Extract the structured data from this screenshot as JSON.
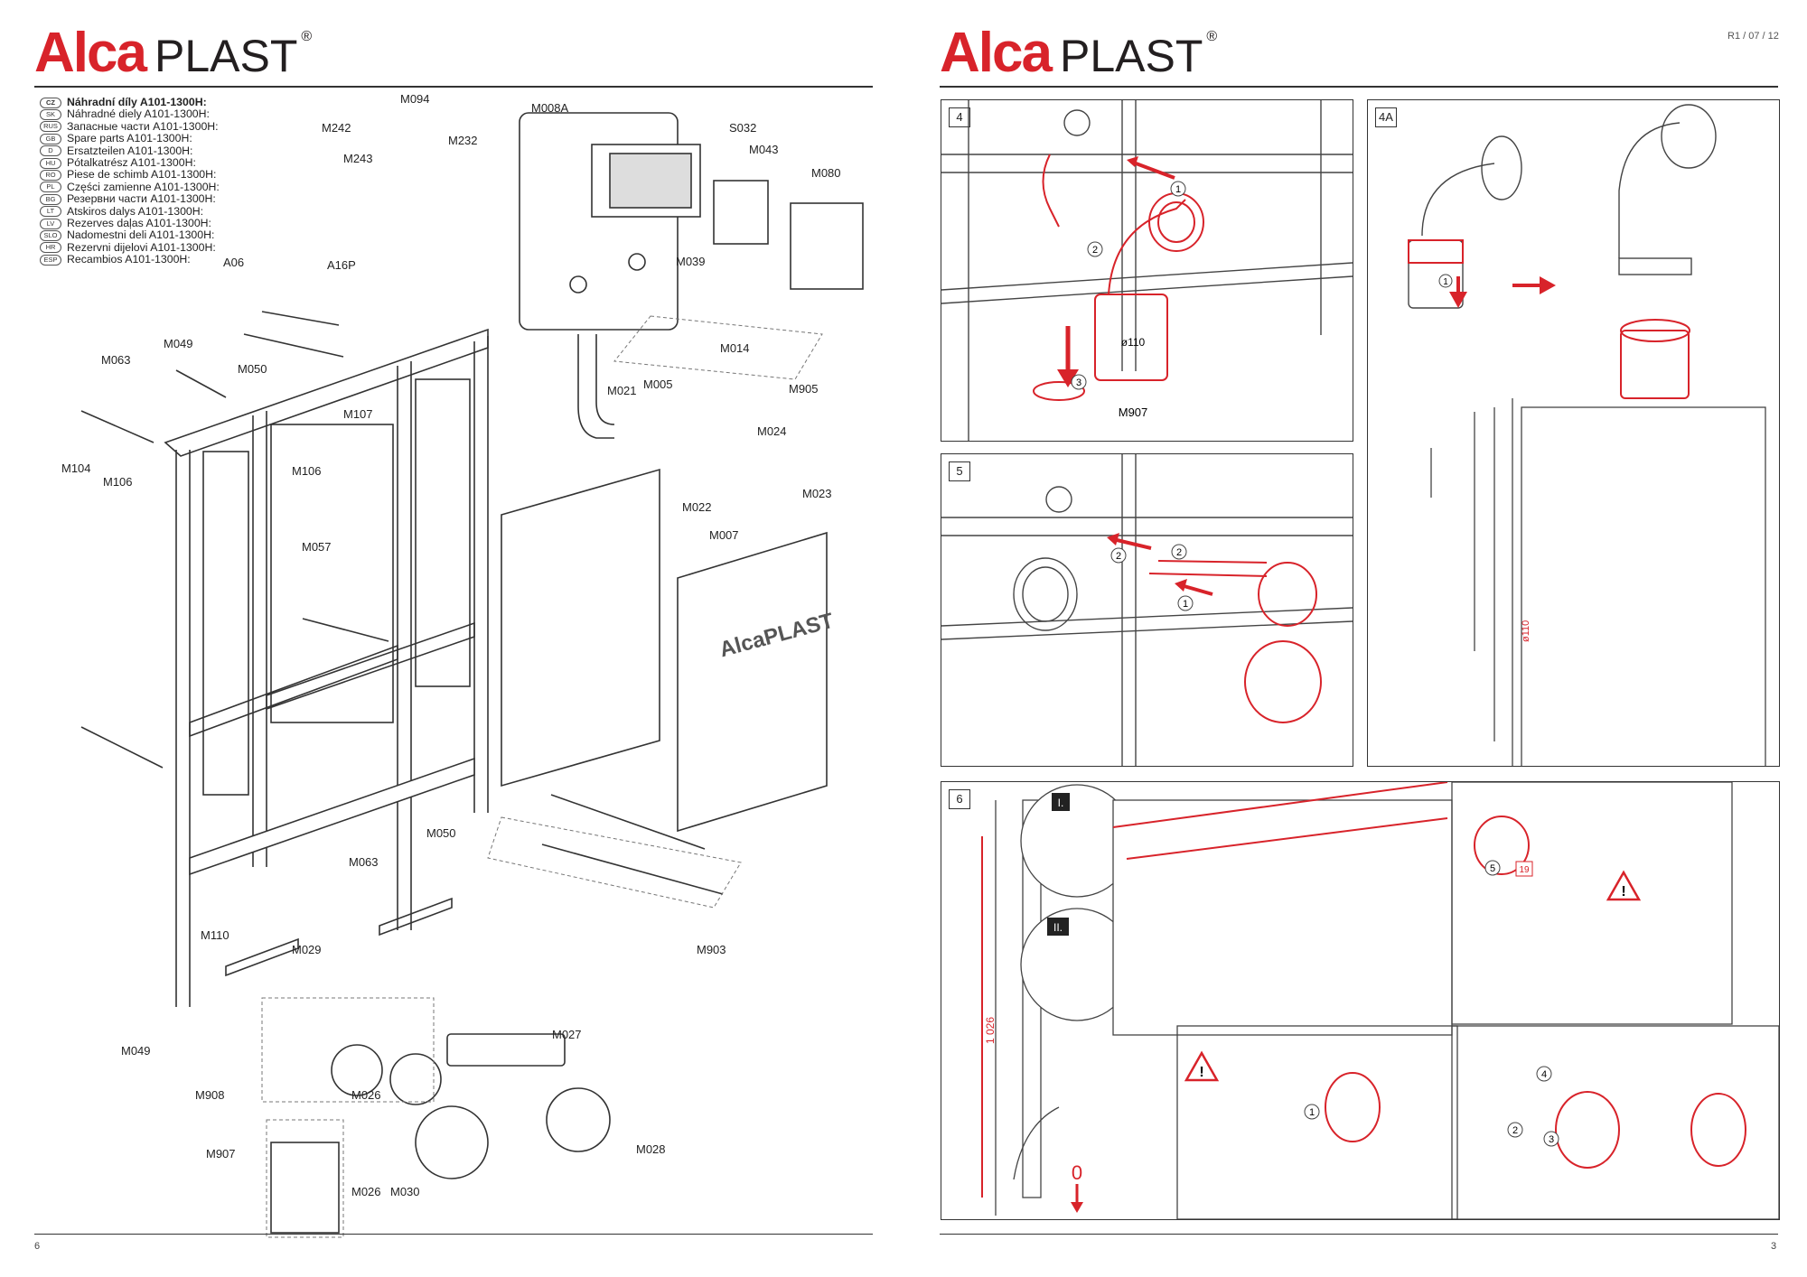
{
  "brand": {
    "alca": "Alca",
    "plast": "PLAST",
    "registered": "®"
  },
  "version": "R1 / 07 / 12",
  "left_page": {
    "page_number": "6",
    "parts_list": [
      {
        "code": "CZ",
        "text": "Náhradní díly A101-1300H:"
      },
      {
        "code": "SK",
        "text": "Náhradné diely A101-1300H:"
      },
      {
        "code": "RUS",
        "text": "Запасные части A101-1300H:"
      },
      {
        "code": "GB",
        "text": "Spare parts A101-1300H:"
      },
      {
        "code": "D",
        "text": "Ersatzteilen A101-1300H:"
      },
      {
        "code": "HU",
        "text": "Pótalkatrész A101-1300H:"
      },
      {
        "code": "RO",
        "text": "Piese de schimb A101-1300H:"
      },
      {
        "code": "PL",
        "text": "Części zamienne A101-1300H:"
      },
      {
        "code": "BG",
        "text": "Резервни части A101-1300H:"
      },
      {
        "code": "LT",
        "text": "Atskiros dalys A101-1300H:"
      },
      {
        "code": "LV",
        "text": "Rezerves daļas A101-1300H:"
      },
      {
        "code": "SLO",
        "text": "Nadomestni deli A101-1300H:"
      },
      {
        "code": "HR",
        "text": "Rezervni dijelovi A101-1300H:"
      },
      {
        "code": "ESP",
        "text": "Recambios A101-1300H:"
      }
    ],
    "part_labels": {
      "M094": "M094",
      "M242": "M242",
      "M243": "M243",
      "M232": "M232",
      "A06": "A06",
      "A16P": "A16P",
      "M008A": "M008A",
      "S032": "S032",
      "M043": "M043",
      "M080": "M080",
      "M039": "M039",
      "M063": "M063",
      "M049": "M049",
      "M050": "M050",
      "M104": "M104",
      "M106": "M106",
      "M107": "M107",
      "M057": "M057",
      "M014": "M014",
      "M905": "M905",
      "M021": "M021",
      "M005": "M005",
      "M024": "M024",
      "M022": "M022",
      "M023": "M023",
      "M007": "M007",
      "M110": "M110",
      "M029": "M029",
      "M903": "M903",
      "M027": "M027",
      "M908": "M908",
      "M026": "M026",
      "M028": "M028",
      "M907": "M907",
      "M030": "M030"
    },
    "cover_logo": "AlcaPLAST"
  },
  "right_page": {
    "page_number": "3",
    "panels": {
      "p4": {
        "step": "4",
        "dim": "ø110",
        "part": "M907",
        "n1": "1",
        "n2": "2",
        "n3": "3"
      },
      "p4a": {
        "step": "4A",
        "n1": "1",
        "dim": "ø110"
      },
      "p5": {
        "step": "5",
        "n1": "1",
        "n2": "2"
      },
      "p6": {
        "step": "6",
        "height": "1 026",
        "zero": "0",
        "roman1": "I.",
        "roman2": "II.",
        "n1": "1",
        "n2": "2",
        "n3": "3",
        "n4": "4",
        "n5": "5",
        "n19": "19"
      }
    }
  },
  "colors": {
    "red": "#d8232a",
    "dark": "#231f20",
    "line": "#333333"
  }
}
